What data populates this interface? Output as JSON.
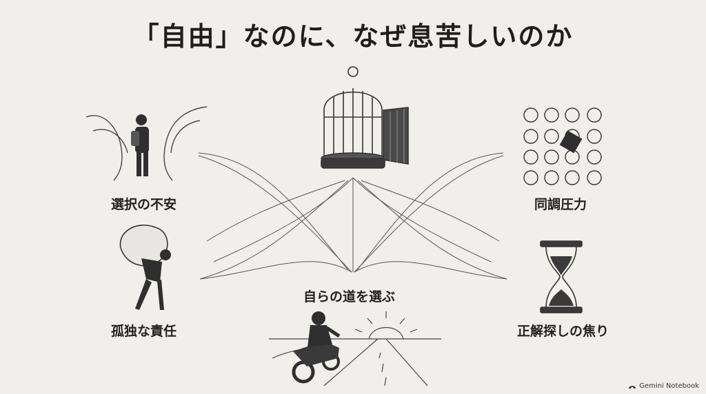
{
  "title": "「自由」なのに、なぜ息苦しいのか",
  "labels": {
    "top_left": "選択の不安",
    "bottom_left": "孤独な責任",
    "center": "自らの道を選ぶ",
    "top_right": "同調圧力",
    "bottom_right": "正解探しの焦り"
  },
  "footer": {
    "brand": "Gemini Notebook",
    "brand_icon": "notebook-logo-icon"
  },
  "colors": {
    "background": "#f1efeb",
    "ink": "#333333",
    "accent": "#3a3a3a"
  }
}
